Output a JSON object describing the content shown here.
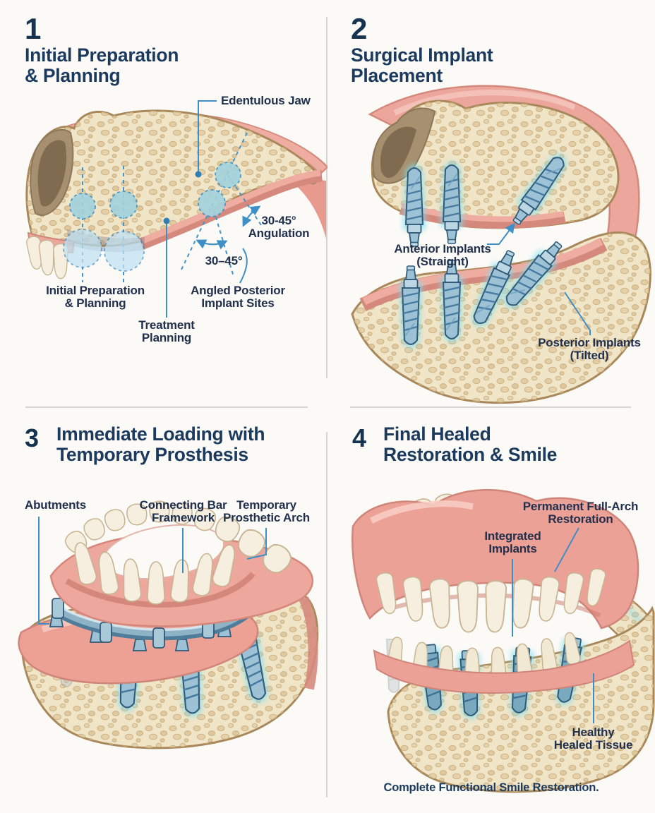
{
  "colors": {
    "background": "#fcfaf6",
    "title_navy": "#1b3a5e",
    "label_navy": "#20304d",
    "leader_blue": "#3e8fc5",
    "divider_gray": "#d5d3cf",
    "bone_cream": "#f1e5c8",
    "bone_outline": "#a8885a",
    "gum_pink": "#eca69c",
    "gum_dark": "#d5897d",
    "implant_blue": "#9dc2d6",
    "implant_outline": "#2f5a78",
    "glow_cyan": "#7fdeee",
    "planning_circle_fill": "#a2d3de",
    "tooth_ivory": "#f6efdf"
  },
  "panels": [
    {
      "number": "1",
      "title": [
        "Initial Preparation",
        "& Planning"
      ],
      "labels": {
        "edentulous": {
          "lines": [
            "Edentulous Jaw"
          ]
        },
        "angulation": {
          "lines": [
            "30-45°",
            "Angulation"
          ]
        },
        "angle_range": {
          "lines": [
            "30–45°"
          ]
        },
        "initial_prep": {
          "lines": [
            "Initial Preparation",
            "& Planning"
          ]
        },
        "angled_posterior": {
          "lines": [
            "Angled Posterior",
            "Implant Sites"
          ]
        },
        "treatment": {
          "lines": [
            "Treatment",
            "Planning"
          ]
        }
      }
    },
    {
      "number": "2",
      "title": [
        "Surgical Implant",
        "Placement"
      ],
      "labels": {
        "anterior": {
          "lines": [
            "Anterior Implants (Straight)"
          ]
        },
        "posterior": {
          "lines": [
            "Posterior Implants",
            "(Tilted)"
          ]
        }
      }
    },
    {
      "number": "3",
      "title": [
        "Immediate Loading with",
        "Temporary Prosthesis"
      ],
      "labels": {
        "abutments": {
          "lines": [
            "Abutments"
          ]
        },
        "bar": {
          "lines": [
            "Connecting Bar",
            "Framework"
          ]
        },
        "arch": {
          "lines": [
            "Temporary",
            "Prosthetic Arch"
          ]
        }
      }
    },
    {
      "number": "4",
      "title": [
        "Final Healed",
        "Restoration & Smile"
      ],
      "labels": {
        "permanent": {
          "lines": [
            "Permanent Full-Arch",
            "Restoration"
          ]
        },
        "integrated": {
          "lines": [
            "Integrated",
            "Implants"
          ]
        },
        "healthy": {
          "lines": [
            "Healthy",
            "Healed Tissue"
          ]
        }
      },
      "caption": "Complete Functional Smile Restoration."
    }
  ]
}
